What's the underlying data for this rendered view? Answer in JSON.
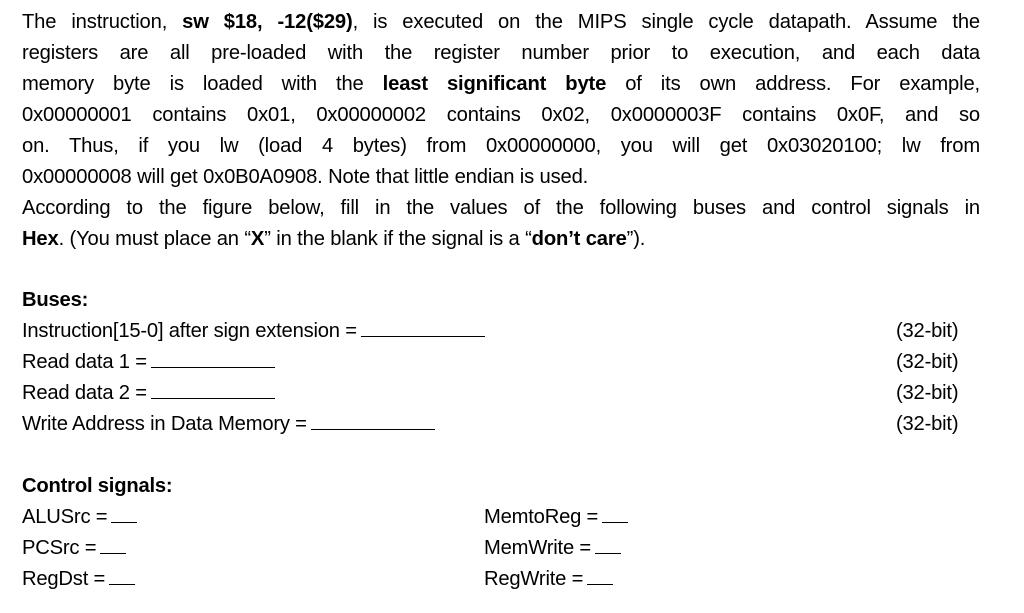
{
  "intro": {
    "lines": [
      {
        "segments": [
          {
            "text": "The instruction, ",
            "bold": false
          },
          {
            "text": "sw $18, -12($29)",
            "bold": true
          },
          {
            "text": ", is executed on the MIPS single cycle datapath. Assume the",
            "bold": false
          }
        ]
      },
      {
        "segments": [
          {
            "text": "registers are all pre-loaded with the register number prior to execution, and each data",
            "bold": false
          }
        ]
      },
      {
        "segments": [
          {
            "text": "memory byte is loaded with the ",
            "bold": false
          },
          {
            "text": "least significant byte",
            "bold": true
          },
          {
            "text": " of its own address. For example,",
            "bold": false
          }
        ]
      },
      {
        "segments": [
          {
            "text": "0x00000001 contains 0x01, 0x00000002 contains 0x02, 0x0000003F contains 0x0F, and so",
            "bold": false
          }
        ]
      },
      {
        "segments": [
          {
            "text": "on. Thus, if you lw (load 4 bytes) from 0x00000000, you will get 0x03020100; lw from",
            "bold": false
          }
        ]
      },
      {
        "segments": [
          {
            "text": "0x00000008 will get 0x0B0A0908. Note that little endian is used.",
            "bold": false
          }
        ]
      },
      {
        "segments": [
          {
            "text": "According to the figure below, fill in the values of the following buses and control signals in",
            "bold": false
          }
        ]
      },
      {
        "segments": [
          {
            "text": "Hex",
            "bold": true
          },
          {
            "text": ". (You must place an “",
            "bold": false
          },
          {
            "text": "X",
            "bold": true
          },
          {
            "text": "” in the blank if the signal is a “",
            "bold": false
          },
          {
            "text": "don’t care",
            "bold": true
          },
          {
            "text": "”).",
            "bold": false
          }
        ]
      }
    ]
  },
  "buses": {
    "title": "Buses:",
    "items": [
      {
        "label": "Instruction[15-0] after sign extension =",
        "value": "",
        "width_note": "(32-bit)"
      },
      {
        "label": "Read data 1 =",
        "value": "",
        "width_note": "(32-bit)"
      },
      {
        "label": "Read data 2 =",
        "value": "",
        "width_note": "(32-bit)"
      },
      {
        "label": "Write Address in Data Memory =",
        "value": "",
        "width_note": "(32-bit)"
      }
    ]
  },
  "control": {
    "title": "Control signals:",
    "left": [
      {
        "label": "ALUSrc =",
        "value": ""
      },
      {
        "label": "PCSrc =",
        "value": ""
      },
      {
        "label": "RegDst =",
        "value": ""
      }
    ],
    "right": [
      {
        "label": "MemtoReg =",
        "value": ""
      },
      {
        "label": "MemWrite =",
        "value": ""
      },
      {
        "label": "RegWrite =",
        "value": ""
      }
    ]
  }
}
